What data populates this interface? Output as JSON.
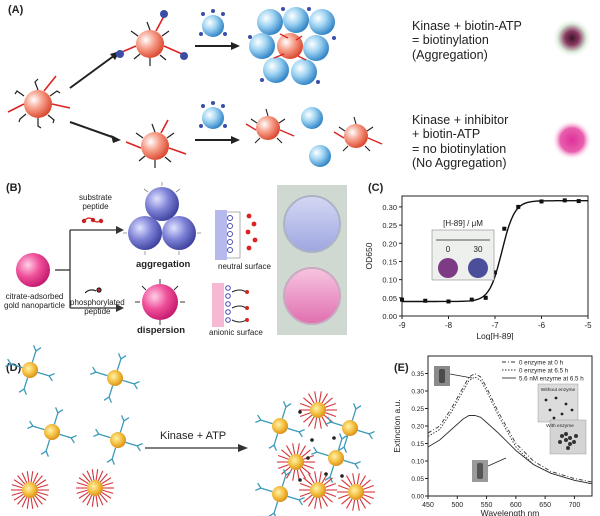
{
  "panelA": {
    "label": "(A)",
    "text_top": [
      "Kinase + biotin-ATP",
      "= biotinylation",
      "(Aggregation)"
    ],
    "text_bottom": [
      "Kinase + inhibitor",
      "+ biotin-ATP",
      "= no biotinylation",
      "(No Aggregation)"
    ]
  },
  "panelB": {
    "label": "(B)",
    "substrate": [
      "substrate",
      "peptide"
    ],
    "phospho": [
      "phosphorylated",
      "peptide"
    ],
    "gold": [
      "citrate-adsorbed",
      "gold nanoparticle"
    ],
    "aggregation": "aggregation",
    "dispersion": "dispersion",
    "neutral": "neutral surface",
    "anionic": "anionic surface"
  },
  "panelC": {
    "label": "(C)",
    "inset_title": "[H-89] / μM",
    "inset_labels": [
      "0",
      "30"
    ],
    "chart_data": {
      "type": "scatter",
      "xlabel": "Log[H-89]",
      "ylabel": "OD650",
      "xlim": [
        -9,
        -5
      ],
      "ylim": [
        0,
        0.33
      ],
      "xticks": [
        "-9",
        "-8",
        "-7",
        "-6",
        "-5"
      ],
      "yticks": [
        "0.00",
        "0.05",
        "0.10",
        "0.15",
        "0.20",
        "0.25",
        "0.30"
      ],
      "x": [
        -9,
        -8.5,
        -8,
        -7.5,
        -7.2,
        -7.0,
        -6.8,
        -6.5,
        -6.0,
        -5.5,
        -5.2
      ],
      "y": [
        0.045,
        0.042,
        0.04,
        0.045,
        0.05,
        0.12,
        0.24,
        0.3,
        0.315,
        0.318,
        0.316
      ],
      "fit": true
    }
  },
  "panelD": {
    "label": "(D)",
    "arrow_text": "Kinase + ATP"
  },
  "panelE": {
    "label": "(E)",
    "inset_top": "Without enzyme",
    "inset_bottom": "With enzyme",
    "chart_data": {
      "type": "line",
      "xlabel": "Wavelength nm",
      "ylabel": "Extinction a.u.",
      "xlim": [
        450,
        730
      ],
      "ylim": [
        0,
        0.4
      ],
      "xticks": [
        "450",
        "500",
        "550",
        "600",
        "650",
        "700"
      ],
      "yticks": [
        "0.00",
        "0.05",
        "0.10",
        "0.15",
        "0.20",
        "0.25",
        "0.30",
        "0.35"
      ],
      "x": [
        450,
        470,
        490,
        510,
        520,
        530,
        540,
        550,
        570,
        600,
        630,
        660,
        700,
        730
      ],
      "series": [
        {
          "name": "0 enzyme at 0 h",
          "values": [
            0.18,
            0.2,
            0.25,
            0.31,
            0.34,
            0.35,
            0.34,
            0.31,
            0.24,
            0.15,
            0.1,
            0.07,
            0.05,
            0.04
          ]
        },
        {
          "name": "0 enzyme at 6.5 h",
          "values": [
            0.17,
            0.19,
            0.24,
            0.3,
            0.33,
            0.34,
            0.33,
            0.3,
            0.23,
            0.14,
            0.09,
            0.065,
            0.045,
            0.035
          ]
        },
        {
          "name": "5.6 nM enzyme at 6.5 h",
          "values": [
            0.14,
            0.16,
            0.19,
            0.22,
            0.23,
            0.23,
            0.225,
            0.21,
            0.18,
            0.13,
            0.09,
            0.065,
            0.045,
            0.035
          ]
        }
      ]
    }
  }
}
